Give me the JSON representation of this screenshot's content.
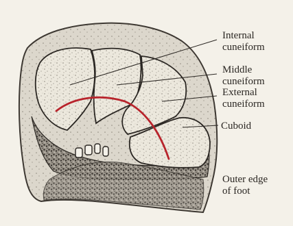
{
  "figure": {
    "labels": {
      "internal": [
        "Internal",
        "cuneiform"
      ],
      "middle": [
        "Middle",
        "cuneiform"
      ],
      "external": [
        "External",
        "cuneiform"
      ],
      "cuboid": "Cuboid",
      "outer_edge": [
        "Outer edge",
        "of foot"
      ]
    },
    "colors": {
      "paper": "#f4f1e9",
      "ink": "#2a2622",
      "arch_curve": "#b8242c"
    }
  }
}
